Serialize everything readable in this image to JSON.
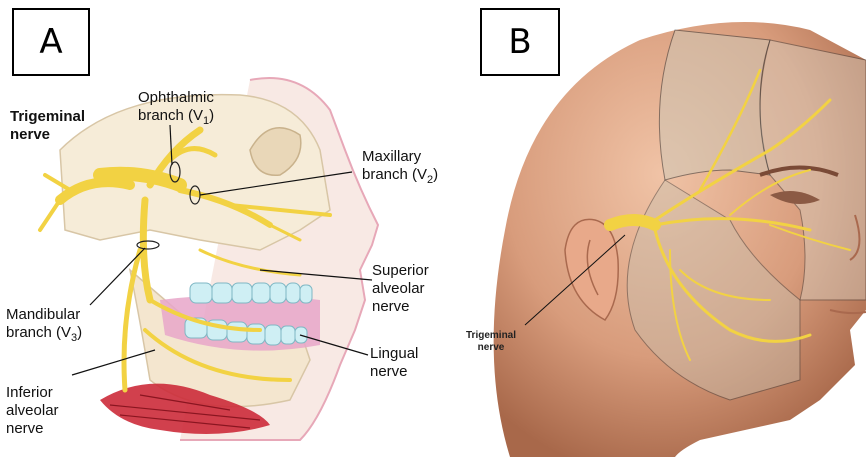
{
  "panel_a": {
    "letter": "A",
    "labels": {
      "trigeminal": [
        "Trigeminal",
        "nerve"
      ],
      "ophthalmic": [
        "Ophthalmic",
        "branch (V",
        "1",
        ")"
      ],
      "maxillary": [
        "Maxillary",
        "branch (V",
        "2",
        ")"
      ],
      "mandibular": [
        "Mandibular",
        "branch (V",
        "3",
        ")"
      ],
      "superior_alveolar": [
        "Superior",
        "alveolar",
        "nerve"
      ],
      "lingual": [
        "Lingual",
        "nerve"
      ],
      "inferior_alveolar": [
        "Inferior",
        "alveolar",
        "nerve"
      ]
    }
  },
  "panel_b": {
    "letter": "B",
    "labels": {
      "trigeminal": [
        "Trigeminal",
        "nerve"
      ]
    }
  },
  "colors": {
    "nerve": "#f2d243",
    "nerve_outline": "#c79b12",
    "skin": "#e4b598",
    "teeth": "#cfeff4",
    "muscle": "#cc2b3a",
    "bone": "#f6ecd8"
  }
}
